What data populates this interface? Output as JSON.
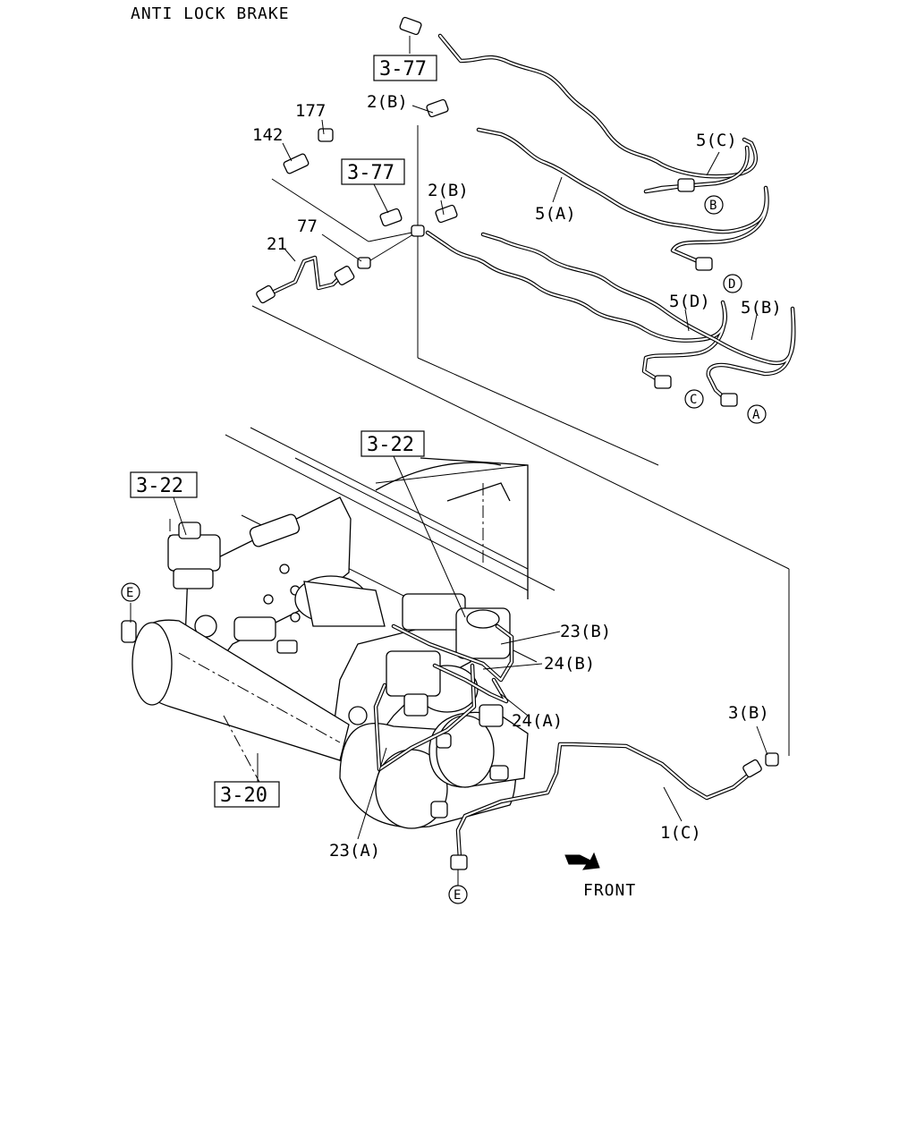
{
  "title": "ANTI LOCK BRAKE",
  "front_label": "FRONT",
  "ref_boxes": {
    "ref_3_77_top": "3-77",
    "ref_3_77_mid": "3-77",
    "ref_3_22_center": "3-22",
    "ref_3_22_left": "3-22",
    "ref_3_20": "3-20"
  },
  "part_labels": {
    "p_177": "177",
    "p_142": "142",
    "p_2b_top": "2(B)",
    "p_2b_mid": "2(B)",
    "p_5c": "5(C)",
    "p_5a": "5(A)",
    "p_77": "77",
    "p_21": "21",
    "p_5d": "5(D)",
    "p_5b": "5(B)",
    "p_23b": "23(B)",
    "p_24b": "24(B)",
    "p_24a": "24(A)",
    "p_3b": "3(B)",
    "p_1c": "1(C)",
    "p_23a": "23(A)"
  },
  "connectors": {
    "c_b": "B",
    "c_d": "D",
    "c_c": "C",
    "c_a": "A",
    "c_e_left": "E",
    "c_e_bottom": "E"
  }
}
